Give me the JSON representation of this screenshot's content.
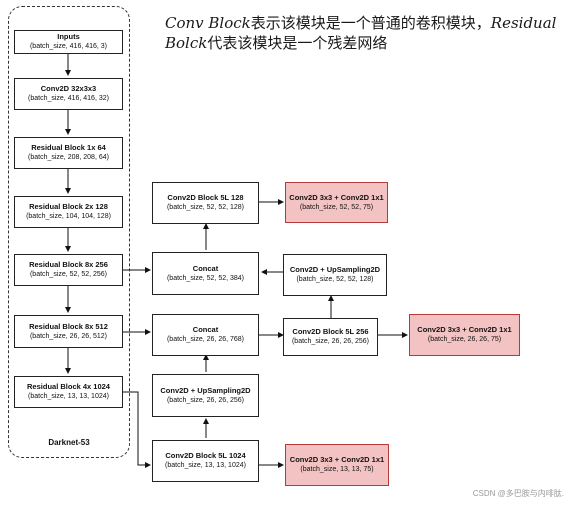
{
  "caption": {
    "prefix_1": "Conv Block",
    "text_1": "表示该模块是一个普通的卷积模块，",
    "prefix_2": "Residual Bolck",
    "text_2": "代表该模块是一个残差网络"
  },
  "darknet": {
    "label": "Darknet-53"
  },
  "nodes": {
    "inputs": {
      "title": "Inputs",
      "shape": "(batch_size, 416, 416, 3)"
    },
    "conv2d": {
      "title": "Conv2D 32x3x3",
      "shape": "(batch_size, 416, 416, 32)"
    },
    "res1": {
      "title": "Residual Block 1x  64",
      "shape": "(batch_size, 208, 208, 64)"
    },
    "res2": {
      "title": "Residual Block 2x  128",
      "shape": "(batch_size, 104, 104, 128)"
    },
    "res8a": {
      "title": "Residual Block 8x  256",
      "shape": "(batch_size, 52, 52, 256)"
    },
    "res8b": {
      "title": "Residual Block 8x  512",
      "shape": "(batch_size, 26, 26, 512)"
    },
    "res4": {
      "title": "Residual Block 4x  1024",
      "shape": "(batch_size, 13, 13, 1024)"
    },
    "c5l_128": {
      "title": "Conv2D Block 5L  128",
      "shape": "(batch_size, 52, 52, 128)"
    },
    "out52": {
      "title": "Conv2D 3x3 + Conv2D 1x1",
      "shape": "(batch_size, 52, 52, 75)"
    },
    "concat52": {
      "title": "Concat",
      "shape": "(batch_size, 52, 52, 384)"
    },
    "up52": {
      "title": "Conv2D + UpSampling2D",
      "shape": "(batch_size, 52, 52, 128)"
    },
    "concat26": {
      "title": "Concat",
      "shape": "(batch_size, 26, 26, 768)"
    },
    "c5l_256": {
      "title": "Conv2D Block 5L  256",
      "shape": "(batch_size, 26, 26, 256)"
    },
    "out26": {
      "title": "Conv2D 3x3 + Conv2D 1x1",
      "shape": "(batch_size, 26, 26, 75)"
    },
    "up26": {
      "title": "Conv2D + UpSampling2D",
      "shape": "(batch_size, 26, 26, 256)"
    },
    "c5l_1024": {
      "title": "Conv2D Block 5L  1024",
      "shape": "(batch_size, 13, 13, 1024)"
    },
    "out13": {
      "title": "Conv2D 3x3 + Conv2D 1x1",
      "shape": "(batch_size, 13, 13, 75)"
    }
  },
  "watermark": "CSDN @多巴胺与内啡肽."
}
